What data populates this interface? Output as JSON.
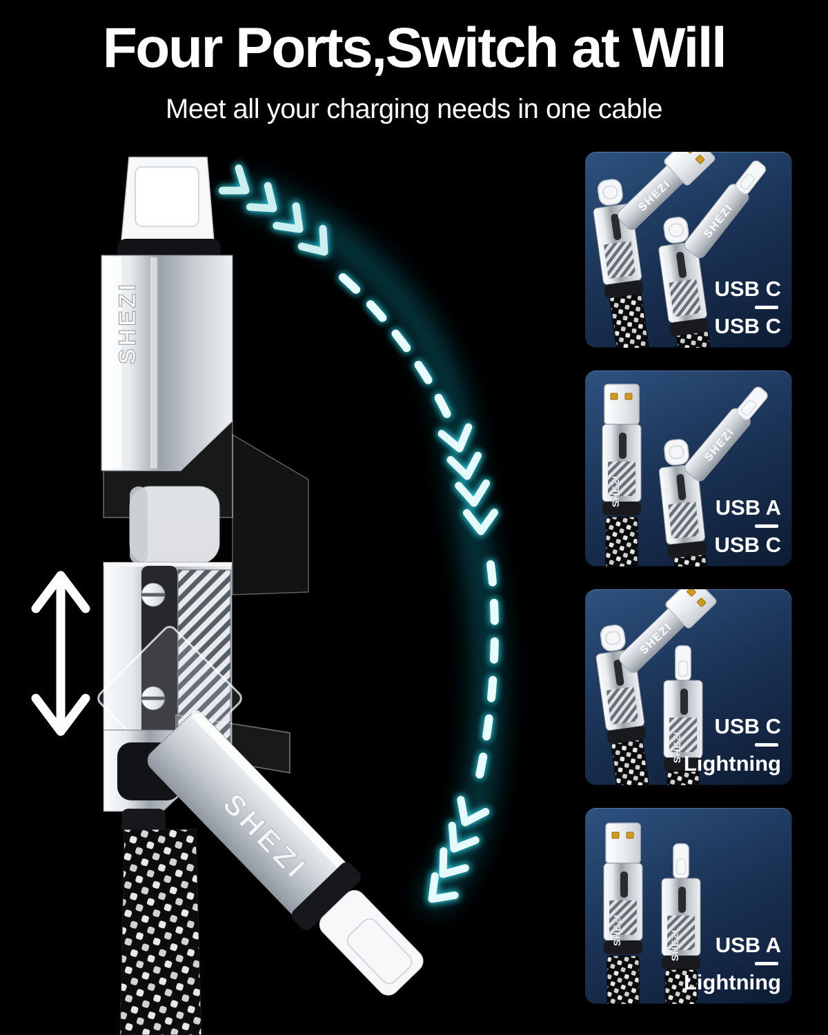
{
  "page": {
    "title": "Four Ports,Switch at Will",
    "subtitle": "Meet all your charging needs in one cable",
    "background_color": "#000000",
    "text_color": "#ffffff"
  },
  "brand": "SHEZI",
  "hero": {
    "connectors_shown": [
      "Lightning",
      "USB C"
    ],
    "slide_arrow_icon": "double-headed-vertical-arrow",
    "swivel_arc_icon": "glowing-chevron-arc",
    "glow_core_color": "#e4fafc",
    "glow_halo_color": "#2ed3e6"
  },
  "combo_cards": [
    {
      "top_label": "USB C",
      "divider": "—",
      "bottom_label": "USB C"
    },
    {
      "top_label": "USB A",
      "divider": "—",
      "bottom_label": "USB C"
    },
    {
      "top_label": "USB C",
      "divider": "—",
      "bottom_label": "Lightning"
    },
    {
      "top_label": "USB A",
      "divider": "—",
      "bottom_label": "Lightning"
    }
  ],
  "colors": {
    "card_bg_start": "#2e5280",
    "card_bg_mid": "#1b3356",
    "card_bg_end": "#0d1b33",
    "usb_pin_gold": "#cf9a22",
    "metal_light": "#f2f5f7",
    "metal_dark": "#8f969d",
    "braid_dark": "#0b0c0d",
    "braid_light": "#e6e6e6"
  }
}
